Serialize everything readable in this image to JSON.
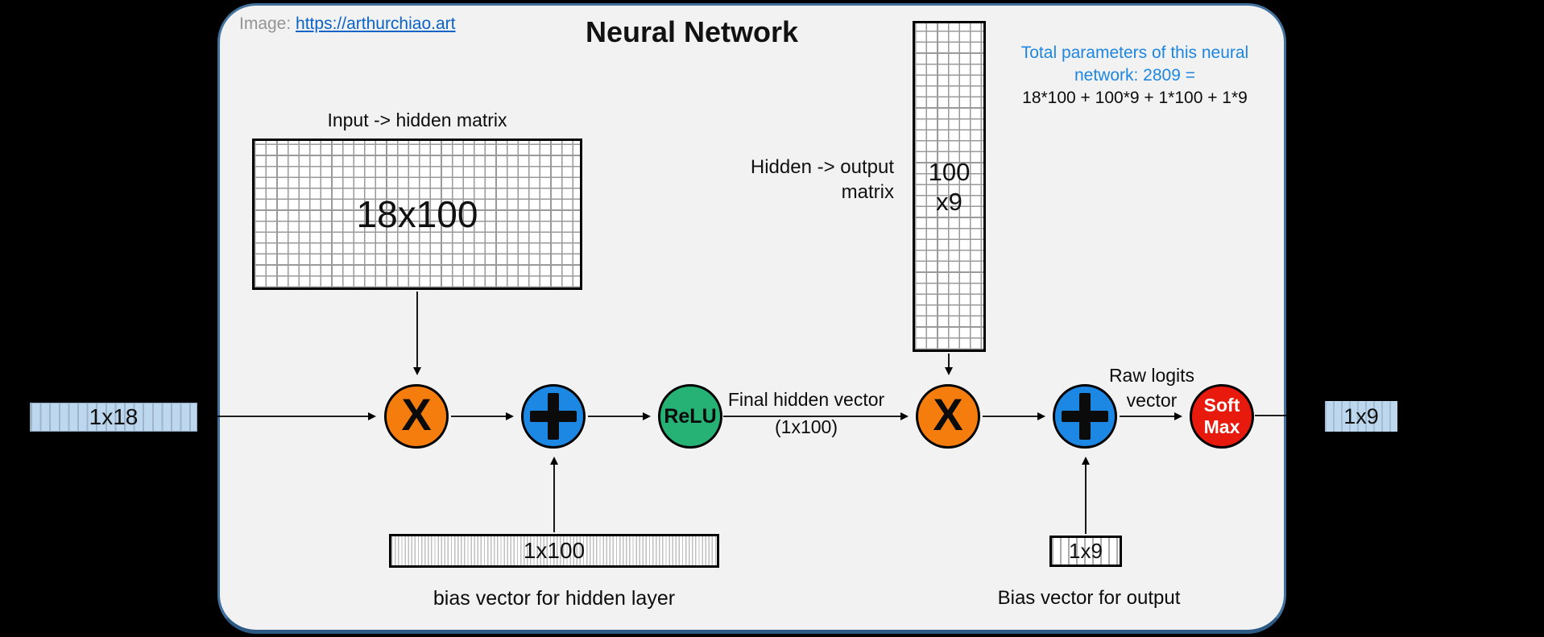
{
  "header": {
    "credit_label": "Image: ",
    "credit_link_text": "https://arthurchiao.art",
    "title": "Neural Network",
    "params_line1": "Total parameters of this neural",
    "params_line2": "network: 2809 =",
    "params_formula": "18*100 + 100*9 + 1*100 + 1*9"
  },
  "matrices": {
    "input_hidden_label": "Input -> hidden matrix",
    "input_hidden_size": "18x100",
    "hidden_output_label_line1": "Hidden -> output",
    "hidden_output_label_line2": "matrix",
    "hidden_output_size_line1": "100",
    "hidden_output_size_line2": "x9"
  },
  "vectors": {
    "input_label": "1x18",
    "hidden_bias_label": "1x100",
    "hidden_bias_caption": "bias vector for hidden layer",
    "output_bias_label": "1x9",
    "output_bias_caption": "Bias vector for output",
    "output_label": "1x9"
  },
  "ops": {
    "multiply": "X",
    "relu": "ReLU",
    "softmax_line1": "Soft",
    "softmax_line2": "Max"
  },
  "annotations": {
    "final_hidden_line1": "Final hidden vector",
    "final_hidden_line2": "(1x100)",
    "raw_logits_line1": "Raw logits",
    "raw_logits_line2": "vector"
  },
  "colors": {
    "multiply_orange": "#f57d0e",
    "add_blue": "#1d87e4",
    "relu_green": "#26b274",
    "softmax_red": "#e8190d",
    "accent_blue": "#1e86e0",
    "link_blue": "#0b63c8",
    "vector_blue": "#bdd7ee",
    "panel_border": "#41719c",
    "panel_bg": "#f2f2f2"
  }
}
